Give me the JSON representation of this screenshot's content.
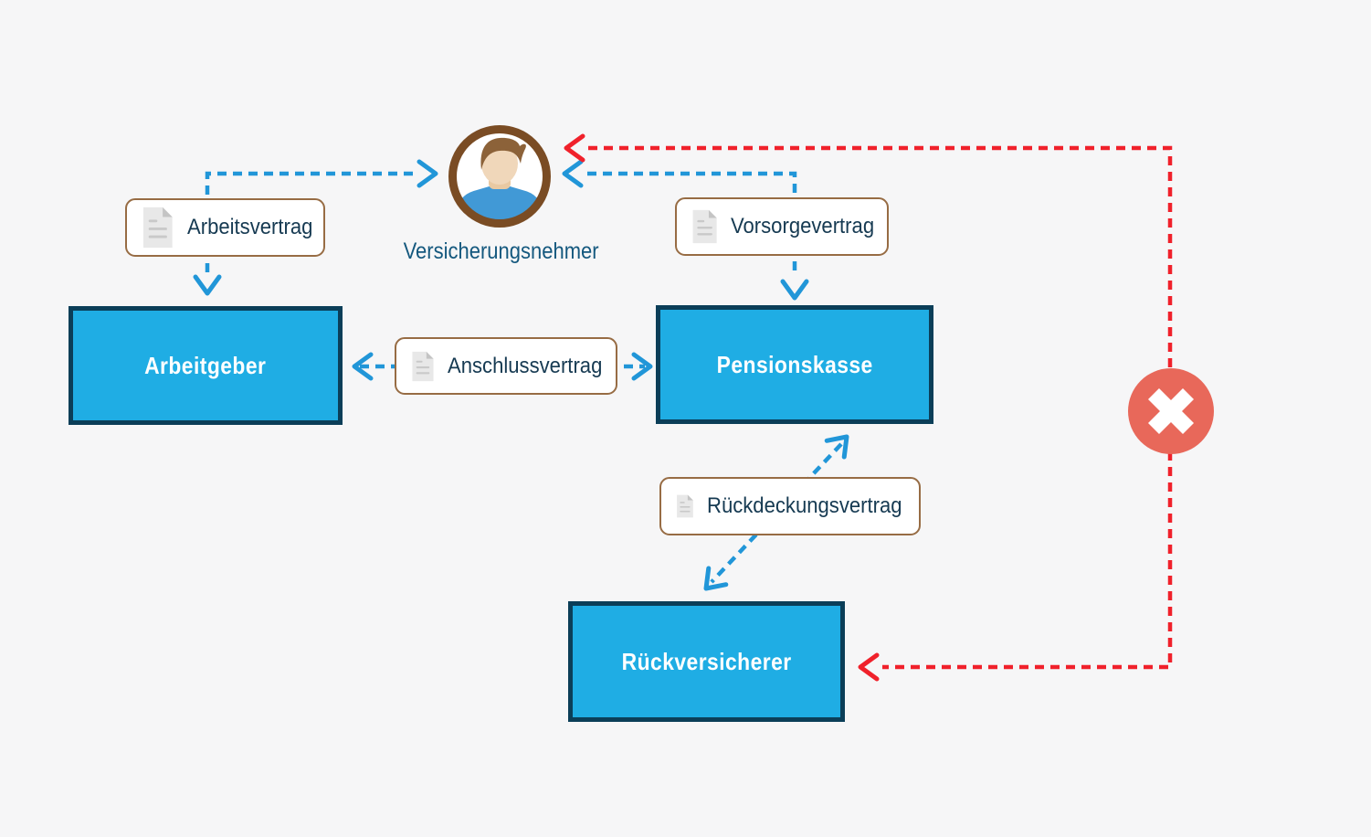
{
  "diagram_title": "",
  "palette": {
    "background": "#F6F6F7",
    "node_fill": "#1FADE4",
    "node_border": "#0B3E58",
    "node_text": "#FFFFFF",
    "arrow_blue": "#2196D8",
    "arrow_red": "#F0212B",
    "label_border": "#976C44",
    "label_text": "#163A52",
    "person_ring": "#7A4C24",
    "person_label_text": "#14587E",
    "error_badge_fill": "#E8685A",
    "doc_icon_page": "#E8E8E8",
    "doc_icon_fold": "#C4C4C4",
    "doc_icon_lines": "#C9C9C9"
  },
  "person": {
    "label": "Versicherungsnehmer"
  },
  "nodes": {
    "arbeitgeber": {
      "label": "Arbeitgeber"
    },
    "pensionskasse": {
      "label": "Pensionskasse"
    },
    "rueckversicherer": {
      "label": "Rückversicherer"
    }
  },
  "documents": {
    "arbeitsvertrag": {
      "label": "Arbeitsvertrag"
    },
    "vorsorgevertrag": {
      "label": "Vorsorgevertrag"
    },
    "anschlussvertrag": {
      "label": "Anschlussvertrag"
    },
    "rueckdeckungsvertrag": {
      "label": "Rückdeckungsvertrag"
    }
  },
  "icons": {
    "person_avatar": "person-avatar-icon",
    "document": "document-icon",
    "error_cross": "x-cross-icon"
  },
  "edges": [
    {
      "id": "arbeitsvertrag-flow",
      "color": "blue",
      "style": "dashed",
      "between": [
        "Arbeitgeber",
        "Versicherungsnehmer"
      ],
      "via": "Arbeitsvertrag",
      "arrowheads": [
        "Versicherungsnehmer",
        "Arbeitgeber"
      ]
    },
    {
      "id": "vorsorgevertrag-flow",
      "color": "blue",
      "style": "dashed",
      "between": [
        "Pensionskasse",
        "Versicherungsnehmer"
      ],
      "via": "Vorsorgevertrag",
      "arrowheads": [
        "Versicherungsnehmer",
        "Pensionskasse"
      ]
    },
    {
      "id": "anschlussvertrag-flow",
      "color": "blue",
      "style": "dashed",
      "between": [
        "Arbeitgeber",
        "Pensionskasse"
      ],
      "via": "Anschlussvertrag",
      "arrowheads": [
        "Arbeitgeber",
        "Pensionskasse"
      ]
    },
    {
      "id": "rueckdeckungsvertrag-flow",
      "color": "blue",
      "style": "dashed",
      "between": [
        "Pensionskasse",
        "Rückversicherer"
      ],
      "via": "Rückdeckungsvertrag",
      "arrowheads": [
        "Pensionskasse",
        "Rückversicherer"
      ]
    },
    {
      "id": "blocked-direct-flow",
      "color": "red",
      "style": "dashed",
      "between": [
        "Versicherungsnehmer",
        "Rückversicherer"
      ],
      "via": "crossed-out (no direct relationship)",
      "arrowheads": [
        "Versicherungsnehmer",
        "Rückversicherer"
      ]
    }
  ]
}
